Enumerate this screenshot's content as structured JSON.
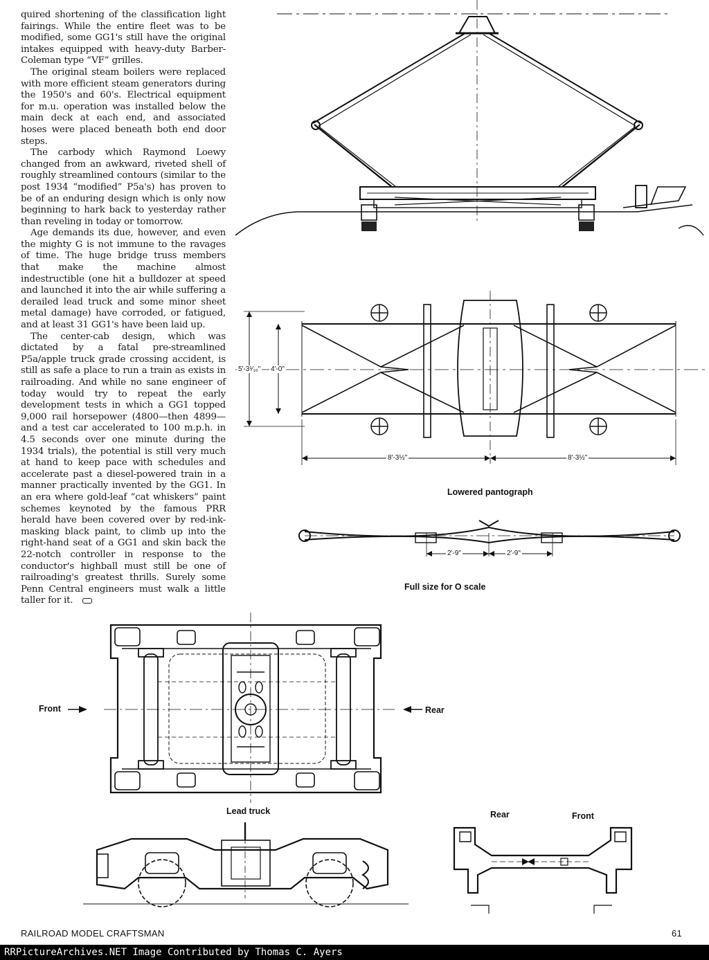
{
  "article": {
    "paragraphs": [
      "quired shortening of the classification light fairings. While the entire fleet was to be modified, some GG1's still have the original intakes equipped with heavy-duty Barber-Coleman type “VF” grilles.",
      "The original steam boilers were replaced with more efficient steam generators during the 1950's and 60's. Electrical equipment for m.u. operation was installed below the main deck at each end, and associated hoses were placed beneath both end door steps.",
      "The carbody which Raymond Loewy changed from an awkward, riveted shell of roughly streamlined contours (similar to the post 1934 “modified” P5a's) has proven to be of an enduring design which is only now beginning to hark back to yesterday rather than reveling in today or tomorrow.",
      "Age demands its due, however, and even the mighty G is not immune to the ravages of time. The huge bridge truss members that make the machine almost indestructible (one hit a bulldozer at speed and launched it into the air while suffering a derailed lead truck and some minor sheet metal damage) have corroded, or fatigued, and at least 31 GG1's have been laid up.",
      "The center-cab design, which was dictated by a fatal pre-streamlined P5a/apple truck grade crossing accident, is still as safe a place to run a train as exists in railroading. And while no sane engineer of today would try to repeat the early development tests in which a GG1 topped 9,000 rail horsepower (4800—then 4899—and a test car accelerated to 100 m.p.h. in 4.5 seconds over one minute during the 1934 trials), the potential is still very much at hand to keep pace with schedules and accelerate past a diesel-powered train in a manner practically invented by the GG1. In an era where gold-leaf “cat whiskers” paint schemes keynoted by the famous PRR herald have been covered over by red-ink-masking black paint, to climb up into the right-hand seat of a GG1 and skin back the 22-notch controller in response to the conductor's highball must still be one of railroading's greatest thrills. Surely some Penn Central engineers must walk a little taller for it."
    ]
  },
  "drawings": {
    "pantograph_plan": {
      "height_outer": "5'-3¹⁄₁₆\"",
      "height_inner": "4'-0\"",
      "span_left": "8'-3½\"",
      "span_right": "8'-3½\""
    },
    "lowered_pantograph": {
      "title": "Lowered pantograph",
      "span_left": "2'-9\"",
      "span_right": "2'-9\""
    },
    "scale_note": "Full size for O scale",
    "truck": {
      "front_label": "Front",
      "rear_label": "Rear",
      "title": "Lead truck"
    },
    "side_frame": {
      "rear_label": "Rear",
      "front_label": "Front"
    }
  },
  "footer": {
    "publication": "RAILROAD MODEL CRAFTSMAN",
    "page_number": "61"
  },
  "credit": "RRPictureArchives.NET Image Contributed by Thomas C. Ayers"
}
